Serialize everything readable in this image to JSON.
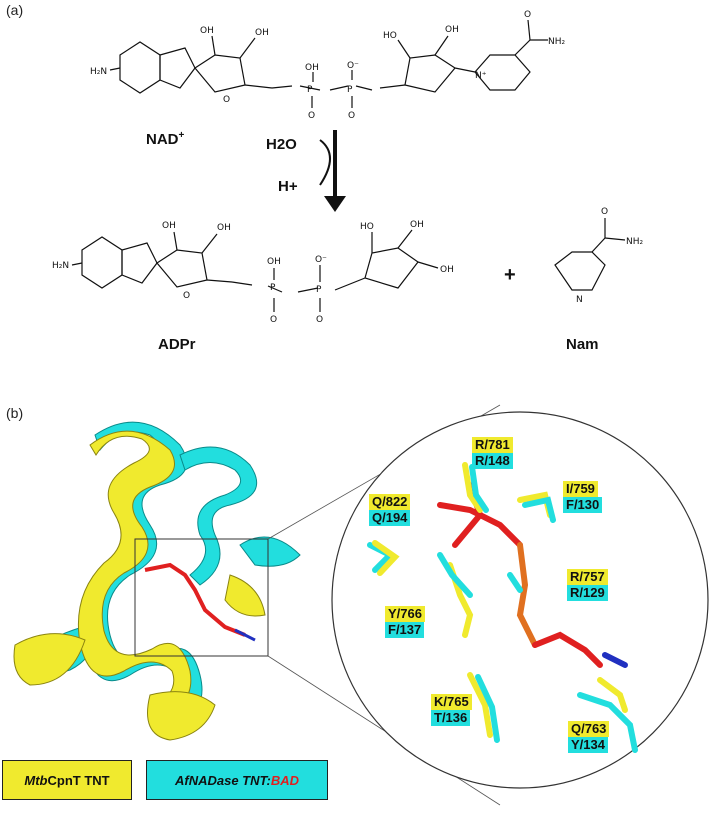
{
  "panel_a": {
    "label": "(a)",
    "nad_label": "NAD",
    "nad_sup": "+",
    "water": "H2O",
    "proton": "H+",
    "adpr_label": "ADPr",
    "plus": "+",
    "nam_label": "Nam",
    "chem_text": {
      "h2n": "H₂N",
      "nh2": "NH₂",
      "oh": "OH",
      "o": "O",
      "o_minus": "O⁻",
      "n": "N",
      "n_plus": "N⁺",
      "p": "P",
      "ho": "HO"
    }
  },
  "panel_b": {
    "label": "(b)",
    "residues": [
      {
        "yellow": "R/781",
        "cyan": "R/148"
      },
      {
        "yellow": "I/759",
        "cyan": "F/130"
      },
      {
        "yellow": "Q/822",
        "cyan": "Q/194"
      },
      {
        "yellow": "R/757",
        "cyan": "R/129"
      },
      {
        "yellow": "Y/766",
        "cyan": "F/137"
      },
      {
        "yellow": "K/765",
        "cyan": "T/136"
      },
      {
        "yellow": "Q/763",
        "cyan": "Y/134"
      }
    ],
    "legend": {
      "yellow_italic": "Mtb",
      "yellow_rest": "CpnT TNT",
      "cyan_main": "AfNADase TNT:",
      "cyan_ligand": "BAD"
    },
    "colors": {
      "yellow": "#f0ea2e",
      "cyan": "#22dede",
      "ligand": "#e02020"
    }
  }
}
